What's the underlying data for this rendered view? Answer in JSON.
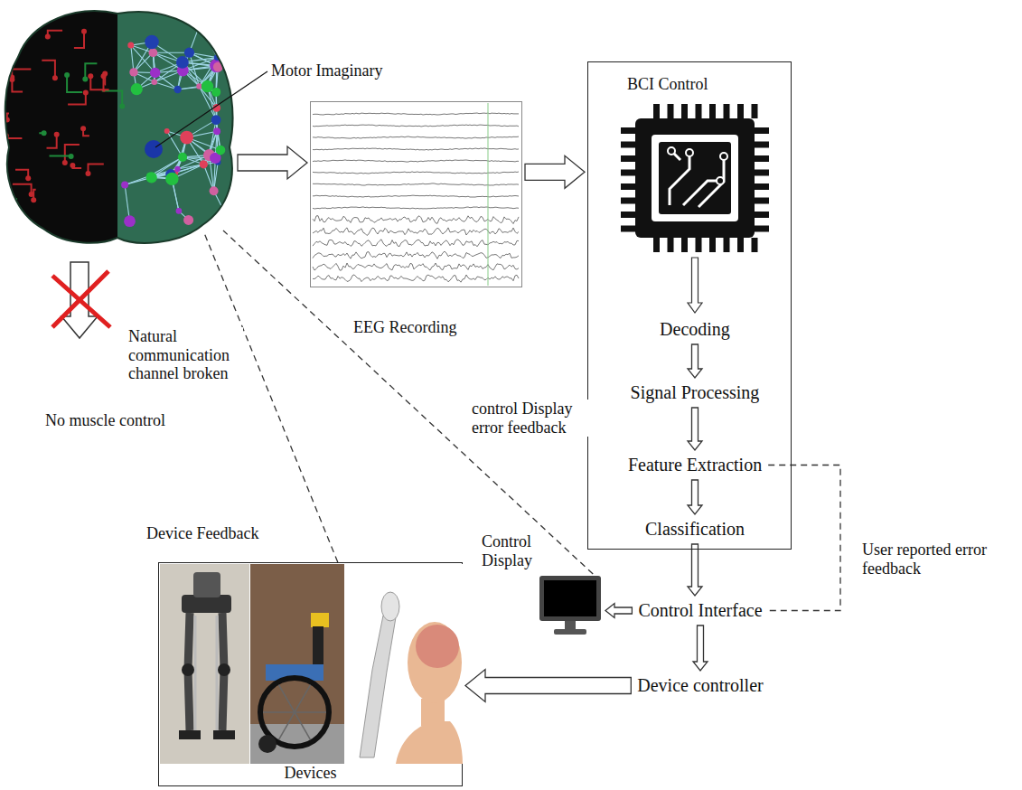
{
  "diagram": {
    "nodes": [
      {
        "text": [
          "Motor Imaginary"
        ]
      },
      {
        "text": [
          "EEG Recording"
        ]
      },
      {
        "text": [
          "BCI Control"
        ]
      },
      {
        "text": [
          "Decoding"
        ],
        "in": 2
      },
      {
        "text": [
          "Signal Processing"
        ],
        "in": 2
      },
      {
        "text": [
          "Feature Extraction"
        ],
        "in": 2
      },
      {
        "text": [
          "Classification"
        ],
        "in": 2
      },
      {
        "text": [
          "Control Interface"
        ]
      },
      {
        "text": [
          "Device controller"
        ]
      },
      {
        "text": [
          "Devices"
        ]
      },
      {
        "text": [
          "Control Display"
        ]
      }
    ],
    "edges": [
      {
        "from": 0,
        "to": 1,
        "arrow": "to"
      },
      {
        "from": 1,
        "to": 2,
        "arrow": "to"
      },
      {
        "from": 3,
        "to": 4,
        "arrow": "to"
      },
      {
        "from": 4,
        "to": 5,
        "arrow": "to"
      },
      {
        "from": 5,
        "to": 6,
        "arrow": "to"
      },
      {
        "from": 6,
        "to": 7,
        "arrow": "to"
      },
      {
        "from": 7,
        "to": 8,
        "arrow": "to"
      },
      {
        "from": 8,
        "to": 9,
        "arrow": "to"
      },
      {
        "from": 7,
        "to": 10,
        "arrow": "to"
      },
      {
        "from": 10,
        "to": 0,
        "label": "control Display error feedback",
        "arrow": "none"
      },
      {
        "from": 9,
        "to": 0,
        "label": "Device Feedback",
        "arrow": "none"
      },
      {
        "from": 5,
        "to": 7,
        "label": "User reported error feedback",
        "arrow": "none"
      }
    ],
    "labels": [
      "Natural communication channel broken",
      "No muscle control"
    ]
  }
}
